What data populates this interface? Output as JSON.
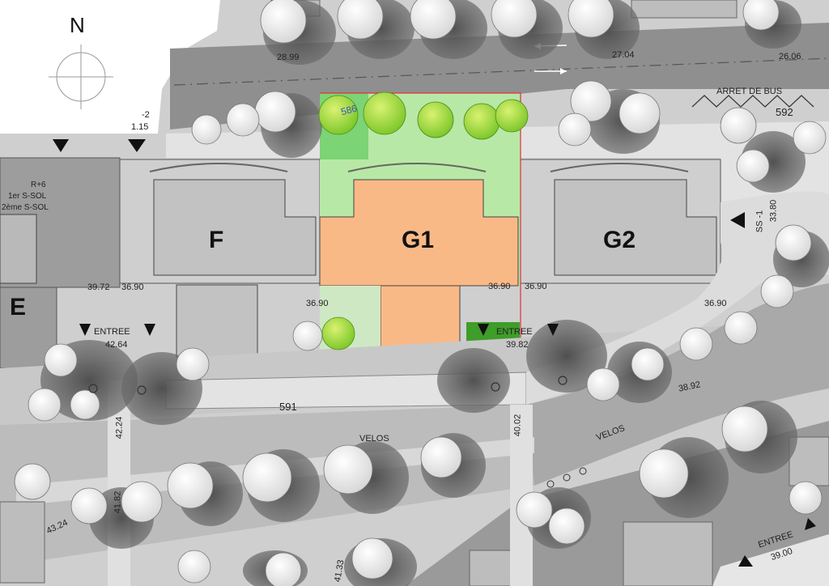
{
  "north": "N",
  "buildings": {
    "f": "F",
    "g1": "G1",
    "g2": "G2",
    "e": "E"
  },
  "top_left_note": {
    "line1": "R+6",
    "line2": "1er S-SOL",
    "line3": "2ème S-SOL"
  },
  "bus_stop": "ARRET DE BUS",
  "parking_label": "SS -1",
  "entrances": {
    "left": "ENTREE",
    "center": "ENTREE",
    "bottom_right": "ENTREE"
  },
  "bike_labels": {
    "left": "VELOS",
    "right": "VELOS"
  },
  "parcel_numbers": {
    "top": "586",
    "right": "592",
    "bottom": "591"
  },
  "levels": {
    "road_left": "28.99",
    "road_mid": "27.04",
    "road_right": "26.06",
    "corner": "1.15",
    "minus2": "-2",
    "f_left": "39.72",
    "f_right": "36.90",
    "courtyard": "36.90",
    "g1_right": "36.90",
    "g2_left": "36.90",
    "g2_right": "36.90",
    "parking": "33.80",
    "entree_left": "42.64",
    "entree_center": "39.82",
    "slope_right": "38.92",
    "path_left": "42.24",
    "path_center": "40.02",
    "lower_left": "41.82",
    "lower_left2": "43.24",
    "lower_mid": "41.33",
    "entree_br": "39.00"
  },
  "colors": {
    "g1_fill": "#f9b987",
    "lawn": "#b8e8a6",
    "lawn_dark": "#7cd474",
    "building_grey": "#c9c9c9",
    "road_grey": "#8f8f8f",
    "parcel_line": "#e0303c"
  },
  "icons": [
    "compass-icon",
    "triangle-arrow-icon",
    "wheelchair-icon",
    "bicycle-icon",
    "tree-icon",
    "bus-stop-icon"
  ]
}
